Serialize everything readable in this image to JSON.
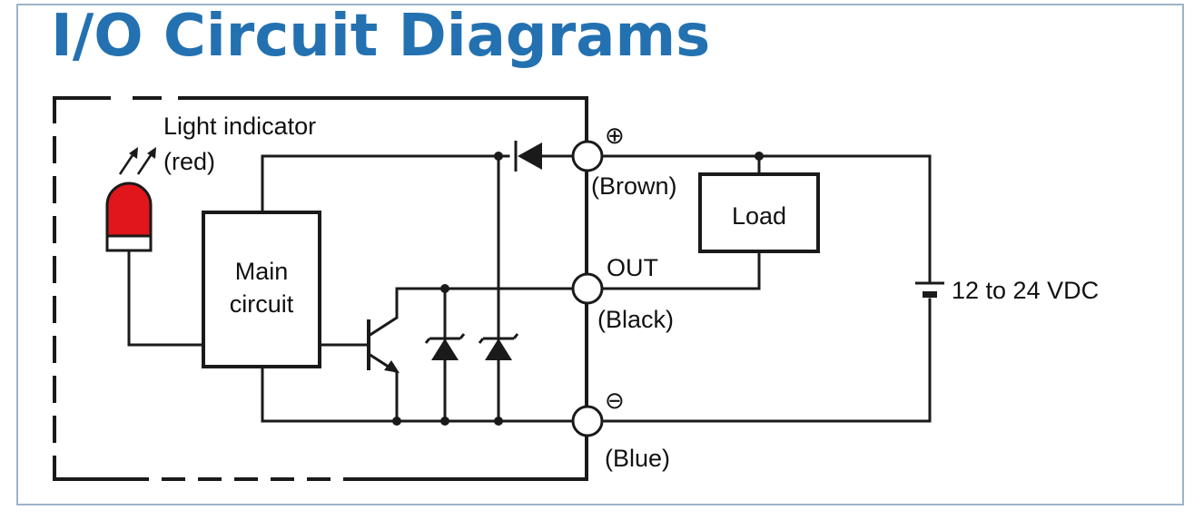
{
  "title": "I/O Circuit Diagrams",
  "labels": {
    "light_indicator_line1": "Light indicator",
    "light_indicator_line2": "(red)",
    "main_circuit_line1": "Main",
    "main_circuit_line2": "circuit",
    "load": "Load",
    "supply": "12 to 24 VDC",
    "plus_symbol": "⊕",
    "minus_symbol": "⊖",
    "brown": "(Brown)",
    "out": "OUT",
    "black": "(Black)",
    "blue": "(Blue)"
  },
  "colors": {
    "title": "#2371b1",
    "frame": "#9db4c8",
    "led": "#e0161b",
    "wire": "#1a1a1a"
  }
}
